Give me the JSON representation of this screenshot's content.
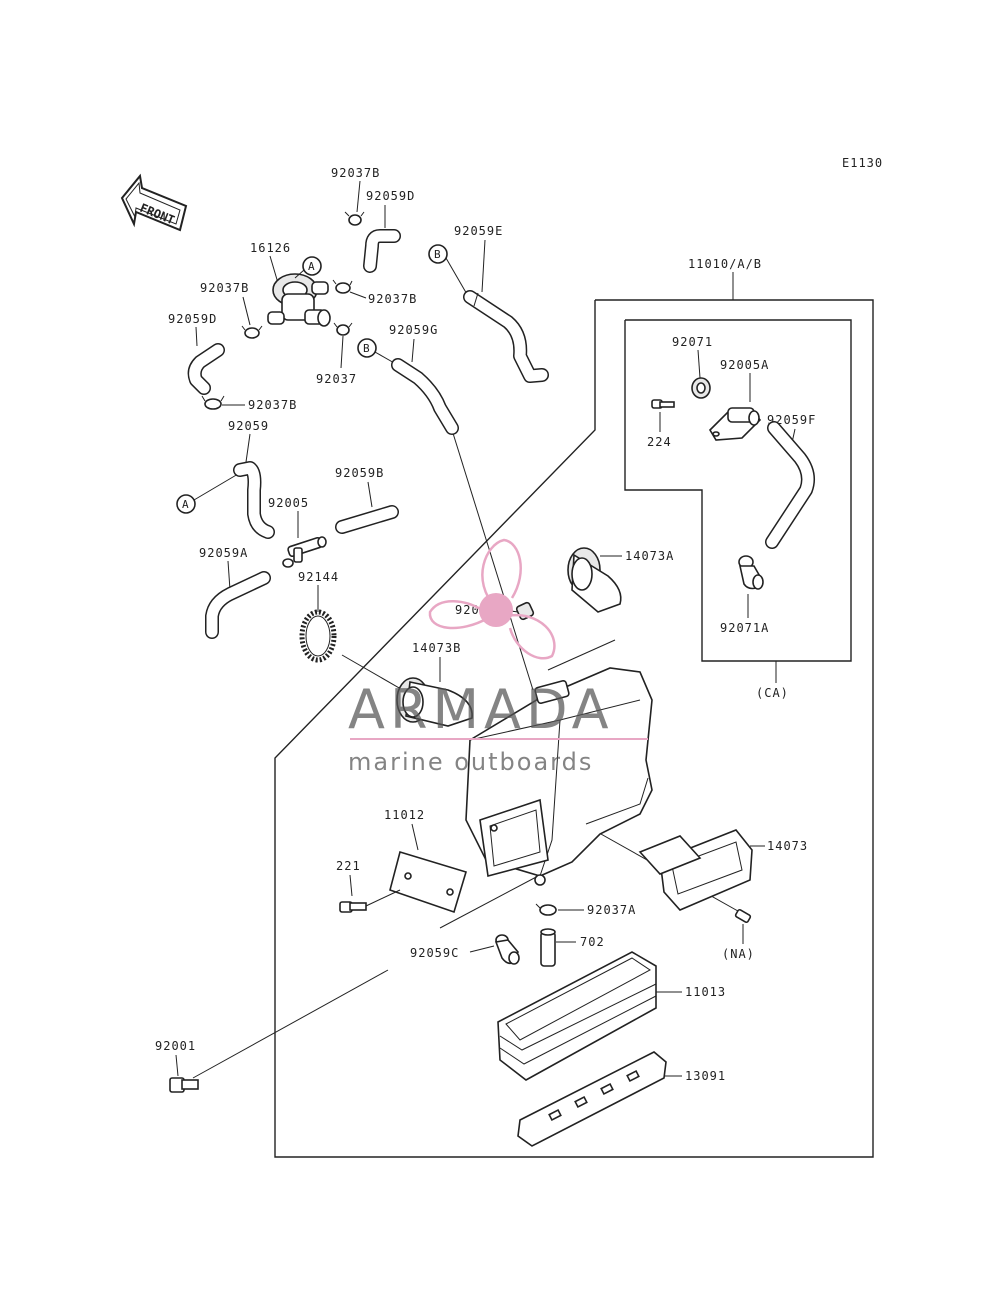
{
  "diagram_code": "E1130",
  "front_label": "FRONT",
  "watermark": {
    "brand": "ARMADA",
    "tagline": "marine outboards",
    "color": "#e8a7c4"
  },
  "callouts": {
    "a": "A",
    "b": "B"
  },
  "frame_labels": {
    "outer": "11010/A/B",
    "inner": "(CA)"
  },
  "parts": {
    "p92037B_1": "92037B",
    "p92059D_1": "92059D",
    "p16126": "16126",
    "p92059E": "92059E",
    "p92037B_2": "92037B",
    "p92037B_3": "92037B",
    "p92059D_2": "92059D",
    "p92059G": "92059G",
    "p92037": "92037",
    "p92037B_4": "92037B",
    "p92059": "92059",
    "p92059B": "92059B",
    "p92005": "92005",
    "p92059A": "92059A",
    "p92144": "92144",
    "p92071_c": "92071",
    "p14073A": "14073A",
    "p14073B": "14073B",
    "p92071": "92071",
    "p92005A": "92005A",
    "p224": "224",
    "p92059F": "92059F",
    "p92071A": "92071A",
    "p11012": "11012",
    "p221": "221",
    "p14073": "14073",
    "p92037A": "92037A",
    "pNA": "(NA)",
    "p702": "702",
    "p92059C": "92059C",
    "p11013": "11013",
    "p92001": "92001",
    "p13091": "13091"
  }
}
